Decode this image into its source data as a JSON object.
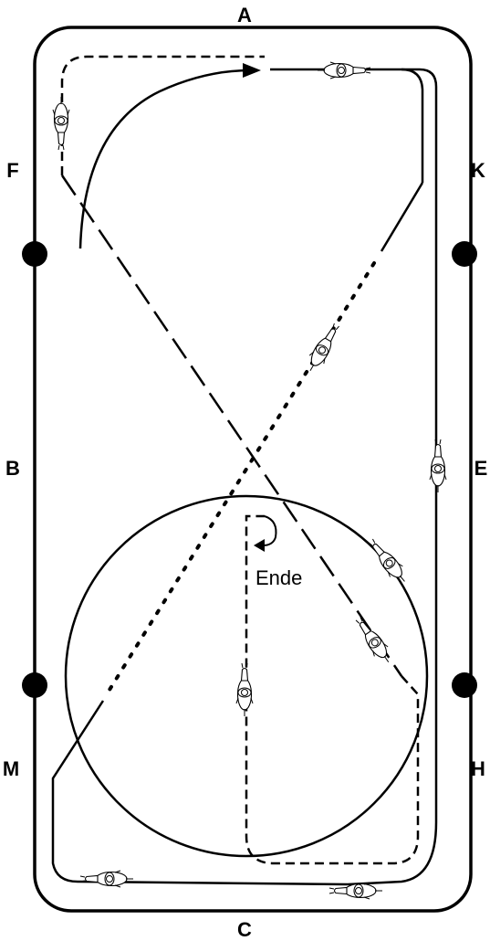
{
  "arena": {
    "letters": {
      "A": "A",
      "K": "K",
      "E": "E",
      "H": "H",
      "C": "C",
      "M": "M",
      "B": "B",
      "F": "F"
    },
    "end_label": "Ende"
  },
  "colors": {
    "line": "#000000",
    "background": "#ffffff"
  },
  "icons": [
    "horse-rider-icon",
    "turn-arrow-icon",
    "direction-arrow-icon"
  ]
}
